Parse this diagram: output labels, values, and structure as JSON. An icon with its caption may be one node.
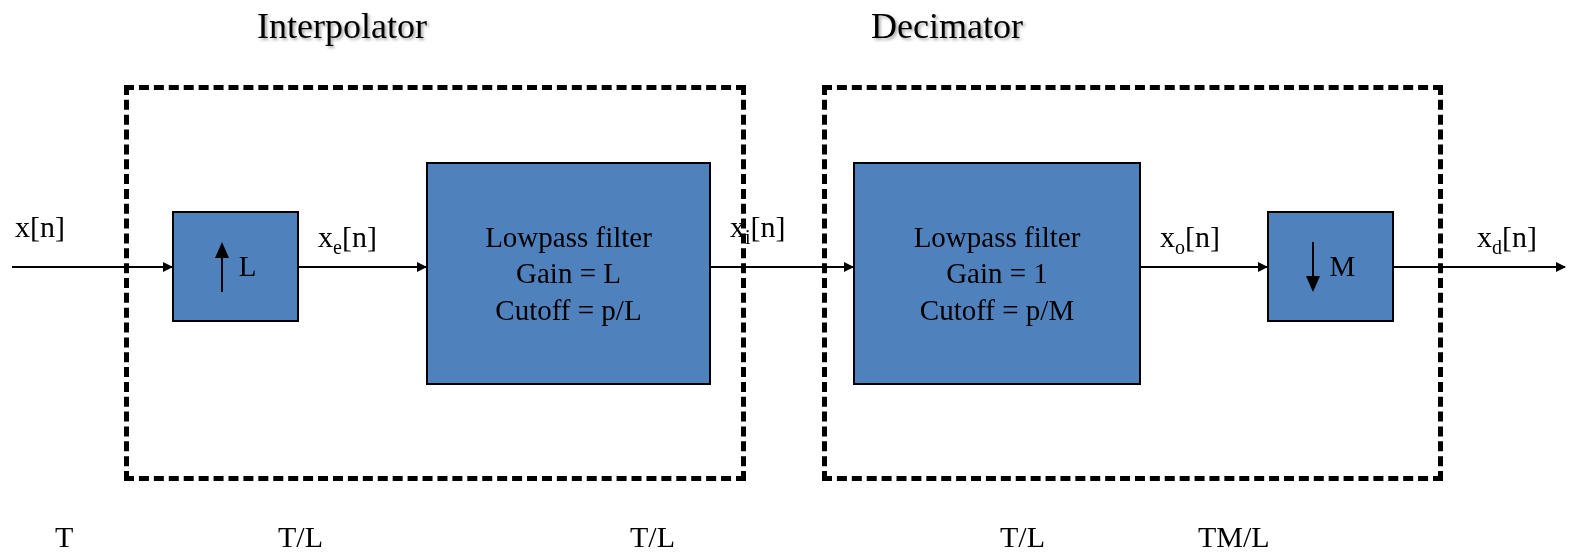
{
  "diagram": {
    "nodes": [
      {
        "text": [
          "Interpolator"
        ]
      },
      {
        "text": [
          "Decimator"
        ]
      },
      {
        "text": [
          "L"
        ],
        "in": 0
      },
      {
        "text": [
          "Lowpass filter Gain = L Cutoff = p/L"
        ],
        "in": 0
      },
      {
        "text": [
          "Lowpass filter Gain = 1 Cutoff = p/M"
        ],
        "in": 1
      },
      {
        "text": [
          "M"
        ],
        "in": 1
      }
    ],
    "edges": [
      {
        "from": null,
        "to": 2,
        "arrow": "to",
        "label": "x[n]"
      },
      {
        "from": 2,
        "to": 3,
        "arrow": "to",
        "label": "x$_{e}$[n]"
      },
      {
        "from": 3,
        "to": 4,
        "arrow": "to",
        "label": "x$_{i}$[n]"
      },
      {
        "from": 4,
        "to": 5,
        "arrow": "to",
        "label": "x$_{o}$[n]"
      },
      {
        "from": 5,
        "to": null,
        "arrow": "to",
        "label": "x$_{d}$[n]"
      }
    ],
    "labels": [
      "T",
      "T/L",
      "T/L",
      "T/L",
      "TM/L"
    ]
  }
}
